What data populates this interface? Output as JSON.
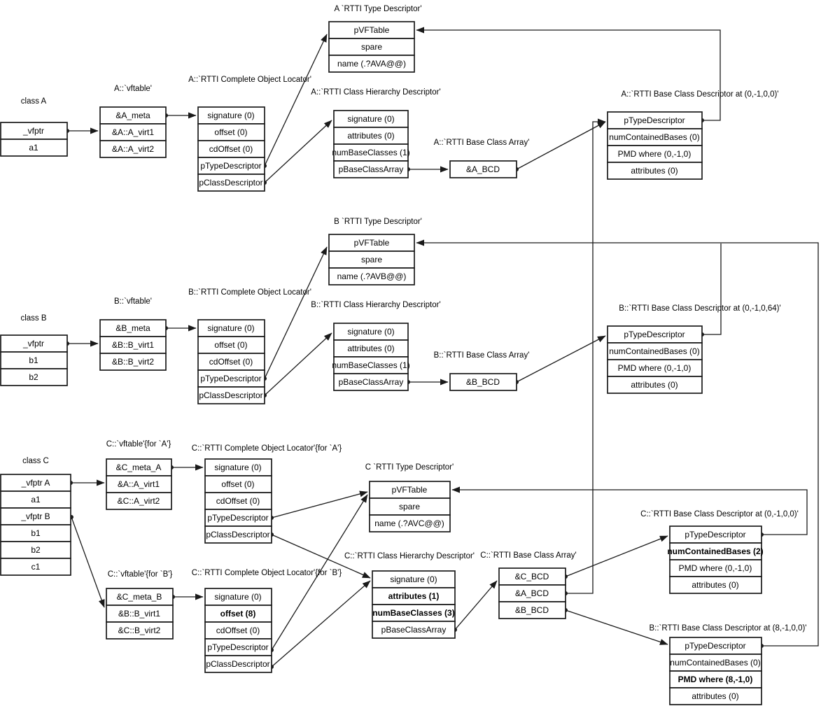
{
  "boxes": {
    "class_a": {
      "title": "class A",
      "rows": [
        "_vfptr",
        "a1"
      ]
    },
    "vftable_a": {
      "title": "A::`vftable'",
      "rows": [
        "&A_meta",
        "&A::A_virt1",
        "&A::A_virt2"
      ]
    },
    "col_a": {
      "title": "A::`RTTI Complete Object Locator'",
      "rows": [
        "signature (0)",
        "offset (0)",
        "cdOffset (0)",
        "pTypeDescriptor",
        "pClassDescriptor"
      ]
    },
    "td_a": {
      "title": "A `RTTI Type Descriptor'",
      "rows": [
        "pVFTable",
        "spare",
        "name (.?AVA@@)"
      ]
    },
    "chd_a": {
      "title": "A::`RTTI Class Hierarchy Descriptor'",
      "rows": [
        "signature (0)",
        "attributes (0)",
        "numBaseClasses (1)",
        "pBaseClassArray"
      ]
    },
    "bca_a": {
      "title": "A::`RTTI Base Class Array'",
      "rows": [
        "&A_BCD"
      ]
    },
    "bcd_a": {
      "title": "A::`RTTI Base Class Descriptor at (0,-1,0,0)'",
      "rows": [
        "pTypeDescriptor",
        "numContainedBases (0)",
        "PMD where (0,-1,0)",
        "attributes (0)"
      ]
    },
    "class_b": {
      "title": "class B",
      "rows": [
        "_vfptr",
        "b1",
        "b2"
      ]
    },
    "vftable_b": {
      "title": "B::`vftable'",
      "rows": [
        "&B_meta",
        "&B::B_virt1",
        "&B::B_virt2"
      ]
    },
    "col_b": {
      "title": "B::`RTTI Complete Object Locator'",
      "rows": [
        "signature (0)",
        "offset (0)",
        "cdOffset (0)",
        "pTypeDescriptor",
        "pClassDescriptor"
      ]
    },
    "td_b": {
      "title": "B `RTTI Type Descriptor'",
      "rows": [
        "pVFTable",
        "spare",
        "name (.?AVB@@)"
      ]
    },
    "chd_b": {
      "title": "B::`RTTI Class Hierarchy Descriptor'",
      "rows": [
        "signature (0)",
        "attributes (0)",
        "numBaseClasses (1)",
        "pBaseClassArray"
      ]
    },
    "bca_b": {
      "title": "B::`RTTI Base Class Array'",
      "rows": [
        "&B_BCD"
      ]
    },
    "bcd_b64": {
      "title": "B::`RTTI Base Class Descriptor at (0,-1,0,64)'",
      "rows": [
        "pTypeDescriptor",
        "numContainedBases (0)",
        "PMD where (0,-1,0)",
        "attributes (0)"
      ]
    },
    "class_c": {
      "title": "class C",
      "rows": [
        "_vfptr A",
        "a1",
        "_vfptr B",
        "b1",
        "b2",
        "c1"
      ]
    },
    "vftable_c_a": {
      "title": "C::`vftable'{for `A'}",
      "rows": [
        "&C_meta_A",
        "&A::A_virt1",
        "&C::A_virt2"
      ]
    },
    "col_c_a": {
      "title": "C::`RTTI Complete Object Locator'{for `A'}",
      "rows": [
        "signature (0)",
        "offset (0)",
        "cdOffset (0)",
        "pTypeDescriptor",
        "pClassDescriptor"
      ]
    },
    "td_c": {
      "title": "C `RTTI Type Descriptor'",
      "rows": [
        "pVFTable",
        "spare",
        "name (.?AVC@@)"
      ]
    },
    "vftable_c_b": {
      "title": "C::`vftable'{for `B'}",
      "rows": [
        "&C_meta_B",
        "&B::B_virt1",
        "&C::B_virt2"
      ]
    },
    "col_c_b": {
      "title": "C::`RTTI Complete Object Locator'{for `B'}",
      "rows": [
        "signature (0)",
        "offset (8)",
        "cdOffset (0)",
        "pTypeDescriptor",
        "pClassDescriptor"
      ]
    },
    "chd_c": {
      "title": "C::`RTTI Class Hierarchy Descriptor'",
      "rows": [
        "signature (0)",
        "attributes (1)",
        "numBaseClasses (3)",
        "pBaseClassArray"
      ]
    },
    "bca_c": {
      "title": "C::`RTTI Base Class Array'",
      "rows": [
        "&C_BCD",
        "&A_BCD",
        "&B_BCD"
      ]
    },
    "bcd_c": {
      "title": "C::`RTTI Base Class Descriptor at (0,-1,0,0)'",
      "rows": [
        "pTypeDescriptor",
        "numContainedBases (2)",
        "PMD where (0,-1,0)",
        "attributes (0)"
      ]
    },
    "bcd_b8": {
      "title": "B::`RTTI Base Class Descriptor at (8,-1,0,0)'",
      "rows": [
        "pTypeDescriptor",
        "numContainedBases (0)",
        "PMD where (8,-1,0)",
        "attributes (0)"
      ]
    }
  },
  "colors": {
    "line": "#1a1a1a",
    "background": "#ffffff"
  }
}
